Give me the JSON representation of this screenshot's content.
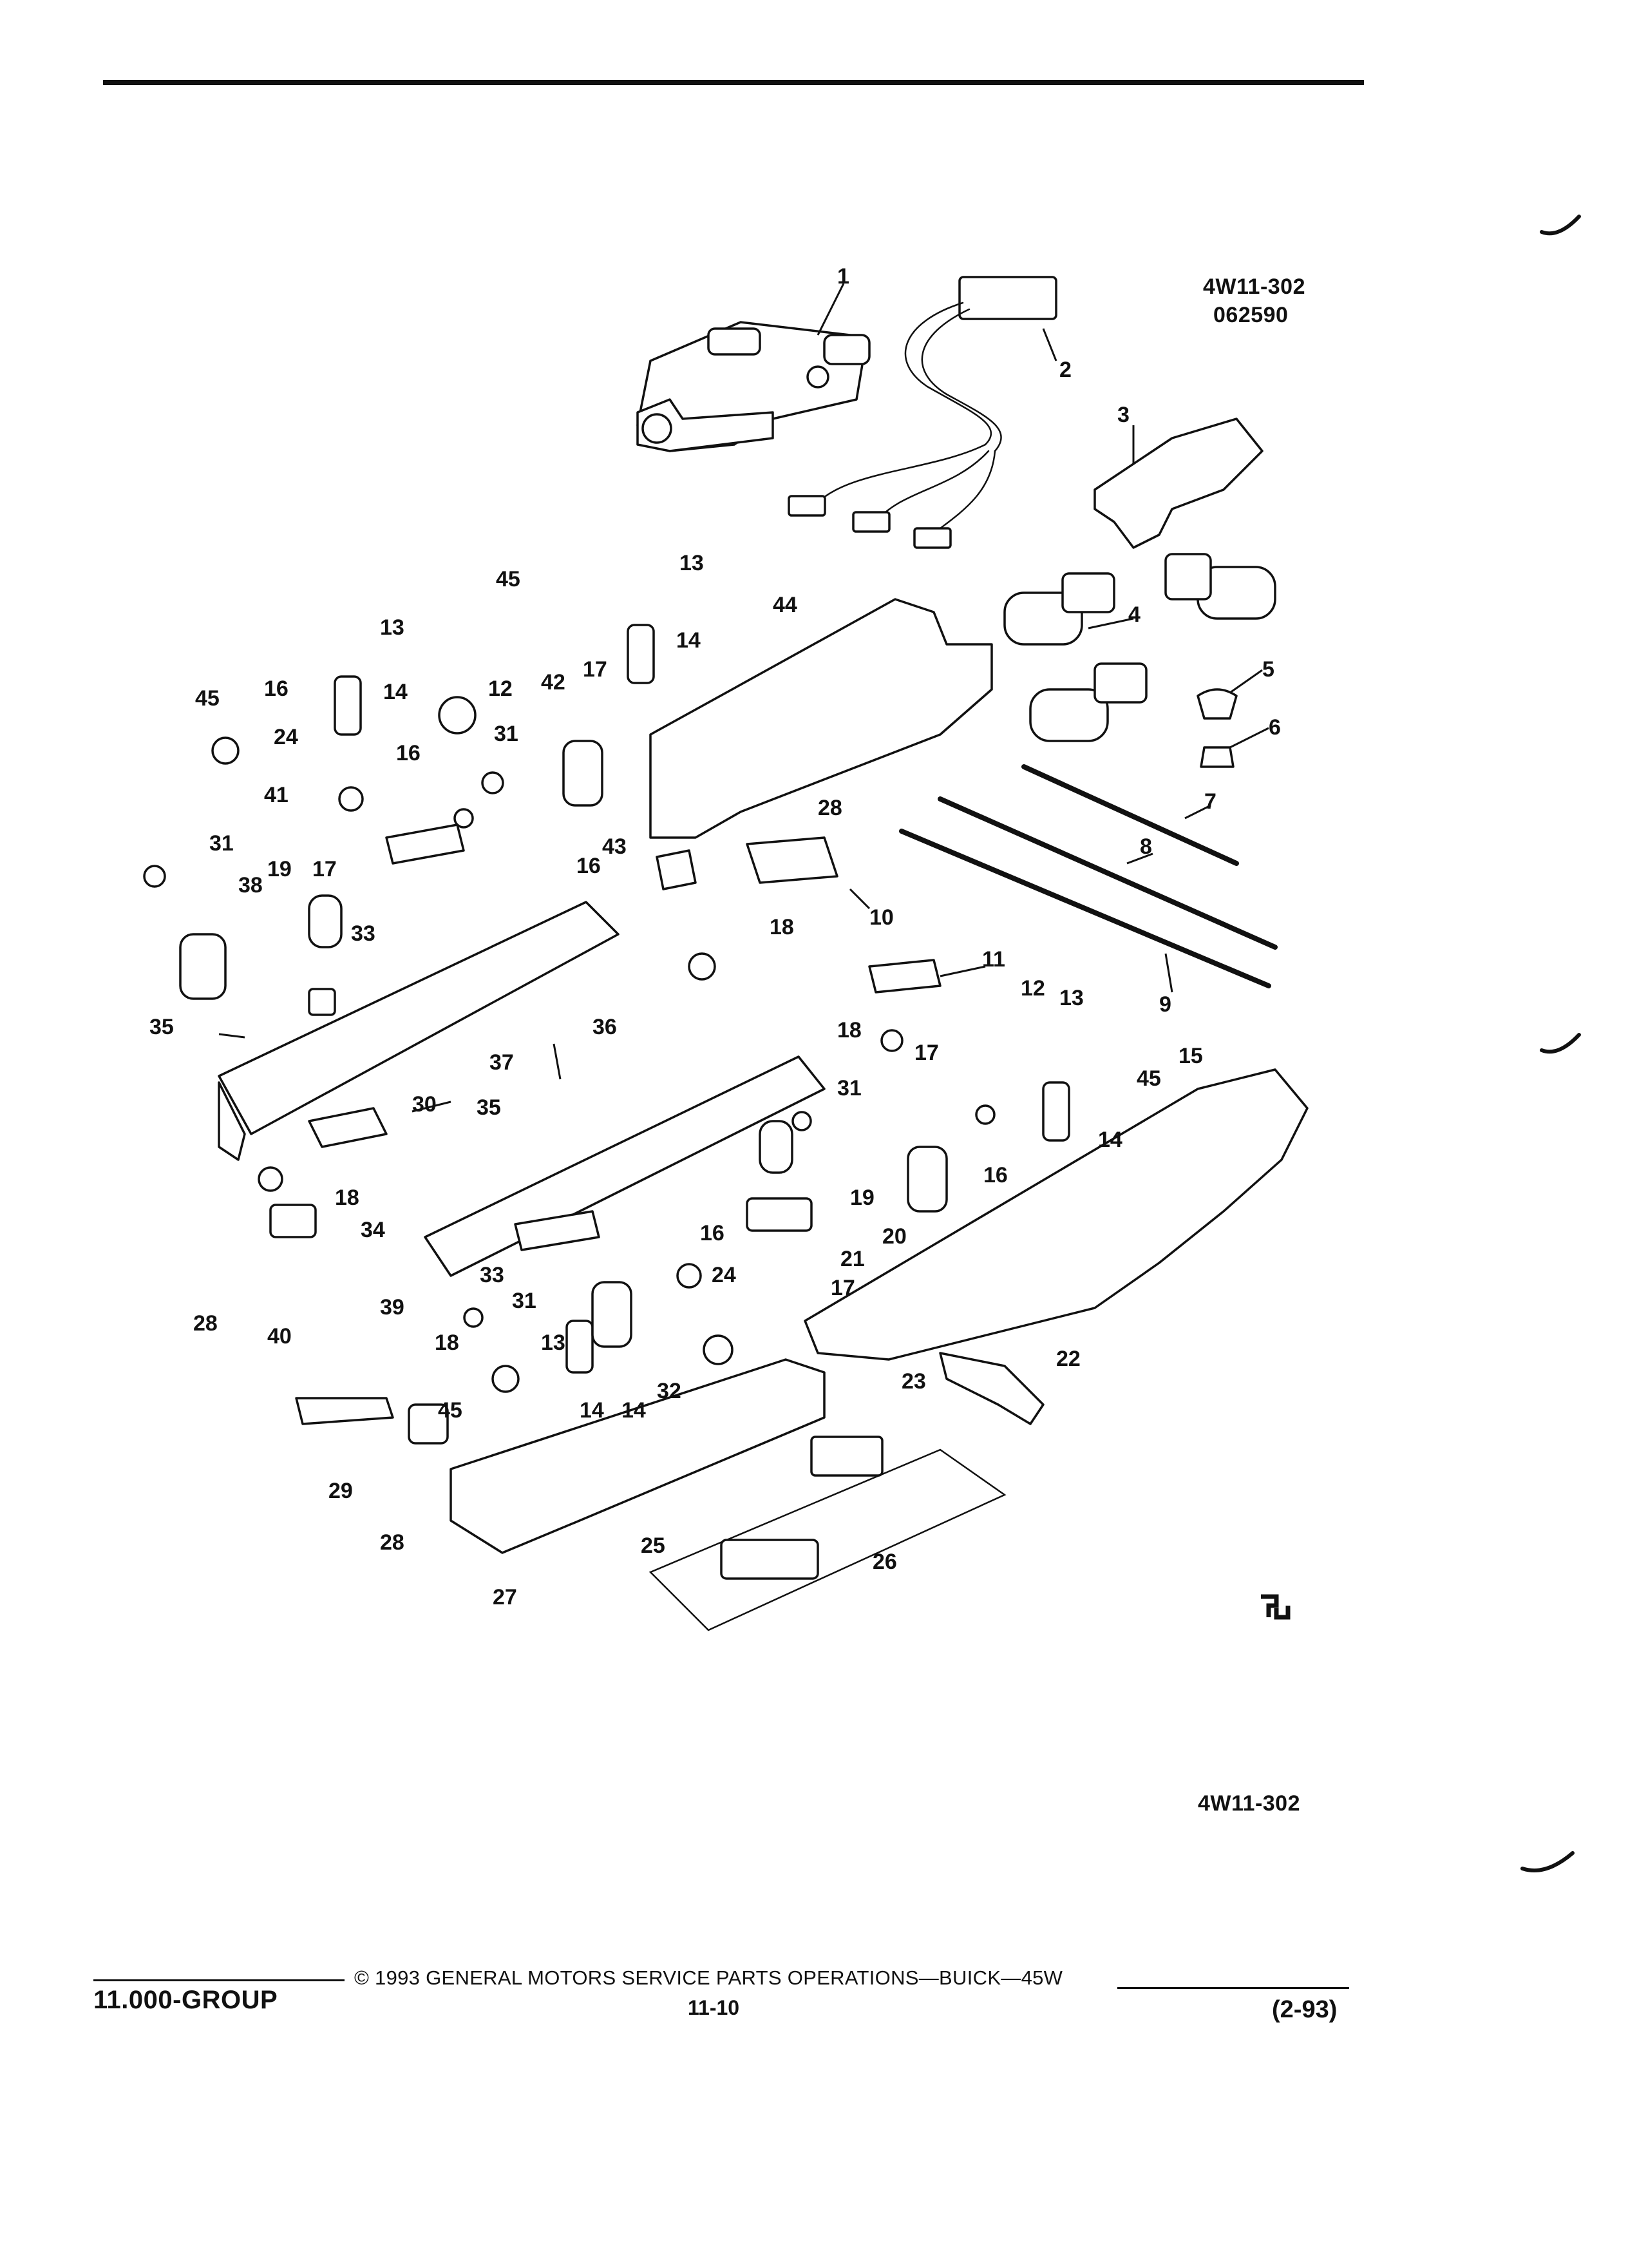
{
  "figure": {
    "id": "4W11-302",
    "date_code": "062590",
    "bottom_id": "4W11-302"
  },
  "footer": {
    "group": "11.000-GROUP",
    "copyright": "© 1993 GENERAL MOTORS SERVICE PARTS OPERATIONS—BUICK—45W",
    "page": "11-10",
    "revision": "(2-93)"
  },
  "callouts": [
    "1",
    "2",
    "3",
    "4",
    "5",
    "6",
    "7",
    "8",
    "9",
    "10",
    "11",
    "12",
    "12",
    "13",
    "13",
    "13",
    "13",
    "14",
    "14",
    "14",
    "14",
    "14",
    "15",
    "16",
    "16",
    "16",
    "16",
    "16",
    "17",
    "17",
    "17",
    "17",
    "18",
    "18",
    "18",
    "18",
    "19",
    "19",
    "20",
    "21",
    "22",
    "23",
    "24",
    "24",
    "25",
    "26",
    "27",
    "28",
    "28",
    "28",
    "29",
    "30",
    "31",
    "31",
    "31",
    "31",
    "32",
    "33",
    "33",
    "34",
    "35",
    "35",
    "36",
    "37",
    "38",
    "39",
    "40",
    "41",
    "42",
    "43",
    "44",
    "45",
    "45",
    "45",
    "45"
  ]
}
